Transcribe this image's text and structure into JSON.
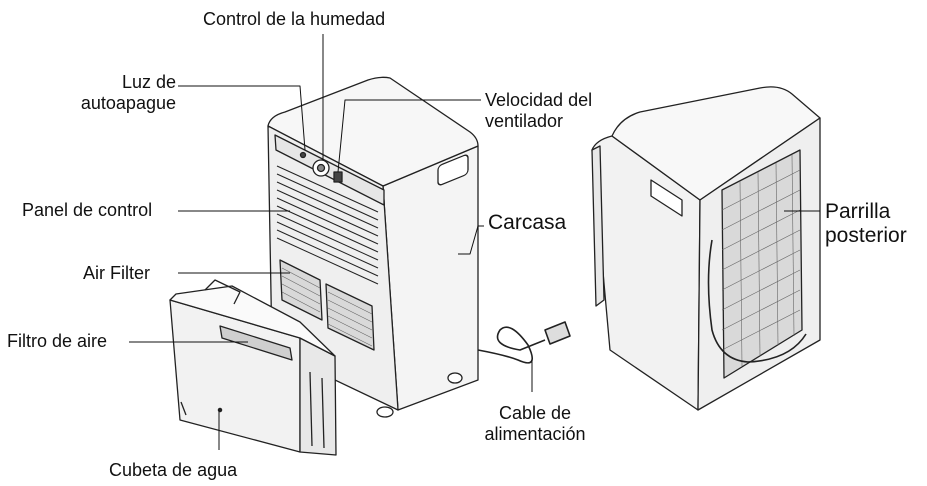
{
  "labels": {
    "humidity_control": "Control de la humedad",
    "auto_off_light": "Luz de\nautoapague",
    "fan_speed": "Velocidad del\nventilador",
    "control_panel": "Panel de control",
    "housing": "Carcasa",
    "air_filter_en": "Air Filter",
    "air_filter_es": "Filtro de aire",
    "water_bucket": "Cubeta de agua",
    "power_cord": "Cable de\nalimentación",
    "rear_grille": "Parrilla\nposterior"
  },
  "colors": {
    "line": "#222222",
    "body_fill": "#f4f4f4",
    "panel_fill": "#e6e6e6",
    "grille_fill": "#d9d9d9"
  }
}
